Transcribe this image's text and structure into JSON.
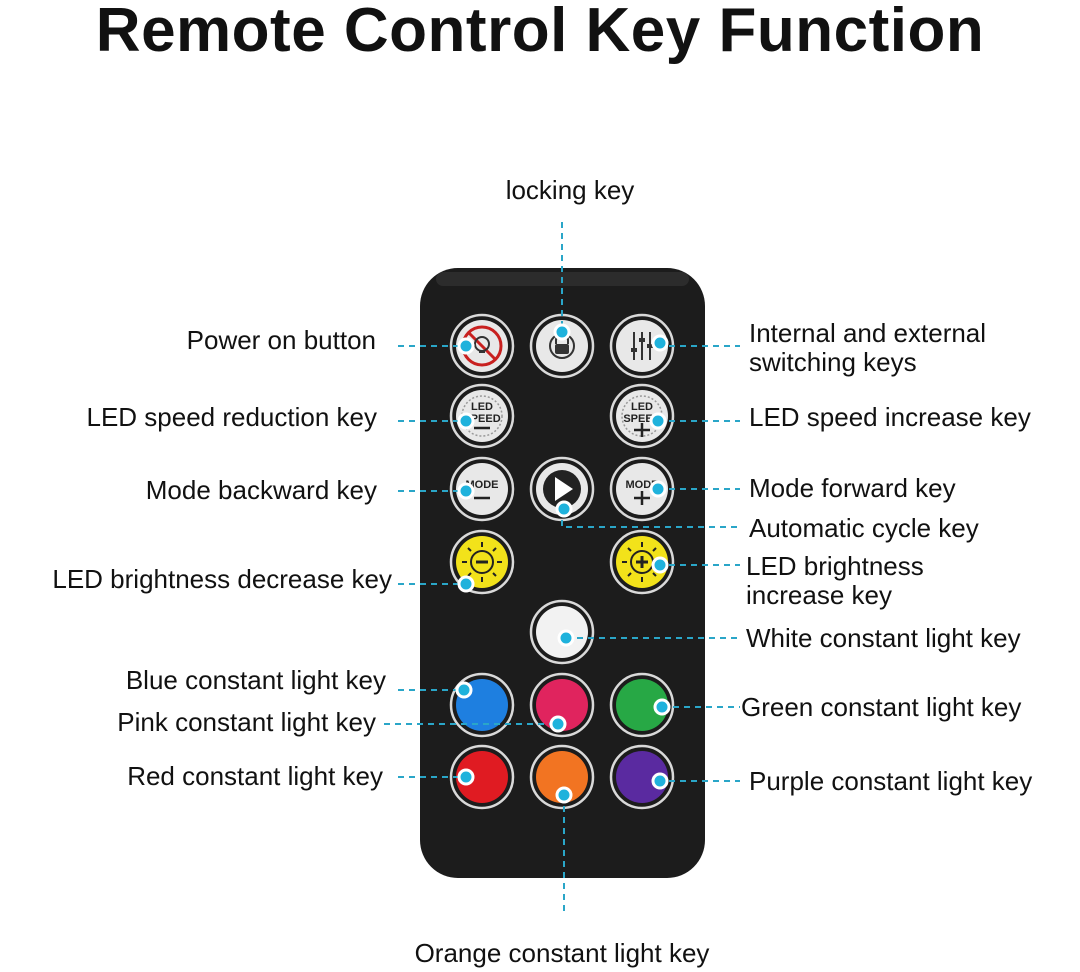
{
  "title": "Remote Control Key Function",
  "labels": {
    "locking": "locking key",
    "power": "Power on button",
    "internal_external_1": "Internal and external",
    "internal_external_2": "switching keys",
    "speed_reduction": "LED speed reduction key",
    "speed_increase": "LED speed increase key",
    "mode_backward": "Mode backward key",
    "mode_forward": "Mode forward key",
    "auto_cycle": "Automatic cycle key",
    "brightness_decrease": "LED brightness decrease key",
    "brightness_increase_1": "LED brightness",
    "brightness_increase_2": "increase key",
    "white": "White constant light key",
    "blue": "Blue constant light key",
    "pink": "Pink constant light key",
    "green": "Green constant light key",
    "red": "Red constant light key",
    "purple": "Purple constant light key",
    "orange": "Orange constant light key"
  },
  "button_text": {
    "led": "LED",
    "speed": "SPEED",
    "mode": "MODE",
    "minus": "−",
    "plus": "+"
  },
  "colors": {
    "remote_body": "#1c1c1c",
    "leader": "#2aa6c8",
    "dot": "#1fb2dc",
    "yellow": "#f2e21a",
    "white": "#f2f2f2",
    "blue": "#1e7fe0",
    "pink": "#e0245e",
    "green": "#27a845",
    "red": "#e01b22",
    "orange": "#f27422",
    "purple": "#5a2aa0"
  },
  "icons": {
    "power": "power-off-icon",
    "lock": "lock-icon",
    "switch": "equalizer-icon",
    "play": "play-icon",
    "sun": "sun-icon"
  }
}
